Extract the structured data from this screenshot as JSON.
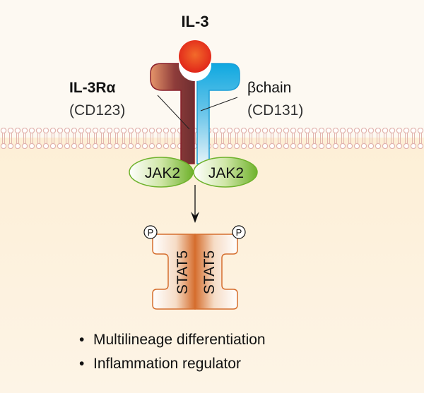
{
  "ligand": {
    "label": "IL-3"
  },
  "receptors": [
    {
      "name": "IL-3Rα",
      "cd": "(CD123)",
      "color": "#8a3a3a"
    },
    {
      "name": "βchain",
      "cd": "(CD131)",
      "color": "#1aa6dc"
    }
  ],
  "kinases": [
    {
      "label": "JAK2"
    },
    {
      "label": "JAK2"
    }
  ],
  "stat": [
    {
      "label": "STAT5",
      "phospho": "P"
    },
    {
      "label": "STAT5",
      "phospho": "P"
    }
  ],
  "outcomes": [
    {
      "bullet": "•",
      "text": "Multilineage differentiation"
    },
    {
      "bullet": "•",
      "text": "Inflammation regulator"
    }
  ],
  "colors": {
    "extracellular": "#fdf9f2",
    "intracellular": "#fdeed6",
    "membrane": "#e2b8b2",
    "ligand": "#e8341c",
    "jak": "#7dbb3a",
    "stat": "#d9783a"
  }
}
